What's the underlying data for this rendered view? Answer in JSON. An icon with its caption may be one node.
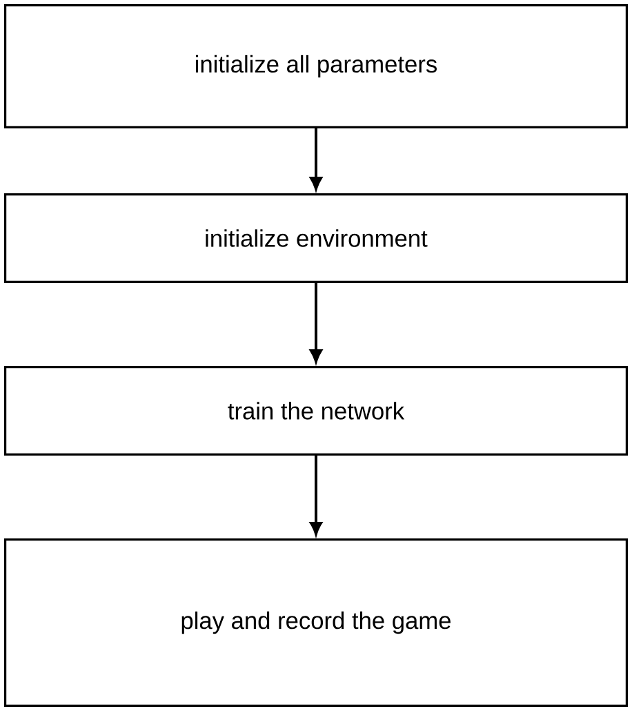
{
  "diagram": {
    "nodes": [
      {
        "text": [
          "initialize all parameters"
        ]
      },
      {
        "text": [
          "initialize environment"
        ]
      },
      {
        "text": [
          "train the network"
        ]
      },
      {
        "text": [
          "play and record the game"
        ]
      }
    ],
    "edges": [
      {
        "from": 0,
        "to": 1,
        "arrow": "to"
      },
      {
        "from": 1,
        "to": 2,
        "arrow": "to"
      },
      {
        "from": 2,
        "to": 3,
        "arrow": "to"
      }
    ]
  }
}
